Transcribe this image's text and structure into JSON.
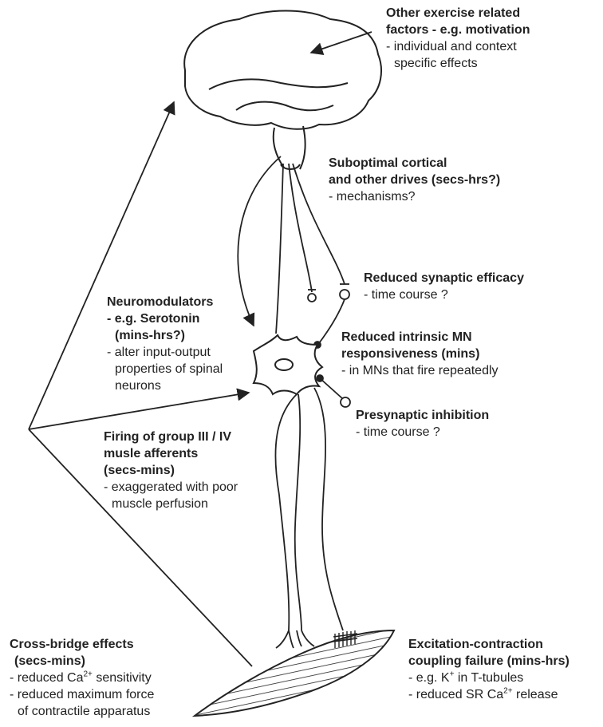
{
  "labels": {
    "other_factors": {
      "title_1": "Other exercise related",
      "title_2": "factors - e.g. motivation",
      "desc_1": "- individual and context",
      "desc_2": "specific effects"
    },
    "cortical": {
      "title_1": "Suboptimal cortical",
      "title_2": "and other drives (secs-hrs?)",
      "desc_1": "- mechanisms?"
    },
    "synaptic": {
      "title_1": "Reduced synaptic efficacy",
      "desc_1": "- time course ?"
    },
    "neuromodulators": {
      "title_1": "Neuromodulators",
      "title_2": "- e.g. Serotonin",
      "title_3": "(mins-hrs?)",
      "desc_1": "- alter input-output",
      "desc_2": "properties of spinal",
      "desc_3": "neurons"
    },
    "intrinsic": {
      "title_1": "Reduced intrinsic MN",
      "title_2": "responsiveness (mins)",
      "desc_1": "- in MNs that fire repeatedly"
    },
    "presynaptic": {
      "title_1": "Presynaptic inhibition",
      "desc_1": "- time course ?"
    },
    "afferents": {
      "title_1": "Firing of group III / IV",
      "title_2": "musle afferents",
      "title_3": "(secs-mins)",
      "desc_1": "- exaggerated with poor",
      "desc_2": "muscle perfusion"
    },
    "crossbridge": {
      "title_1": "Cross-bridge effects",
      "title_2": "(secs-mins)",
      "desc_1": "- reduced Ca",
      "desc_1_sup": "2+",
      "desc_1_end": " sensitivity",
      "desc_2": "- reduced maximum force",
      "desc_3": "of contractile apparatus"
    },
    "ec_coupling": {
      "title_1": "Excitation-contraction",
      "title_2": "coupling failure (mins-hrs)",
      "desc_1": "- e.g. K",
      "desc_1_sup": "+",
      "desc_1_end": " in T-tubules",
      "desc_2": "- reduced SR Ca",
      "desc_2_sup": "2+",
      "desc_2_end": " release"
    }
  }
}
